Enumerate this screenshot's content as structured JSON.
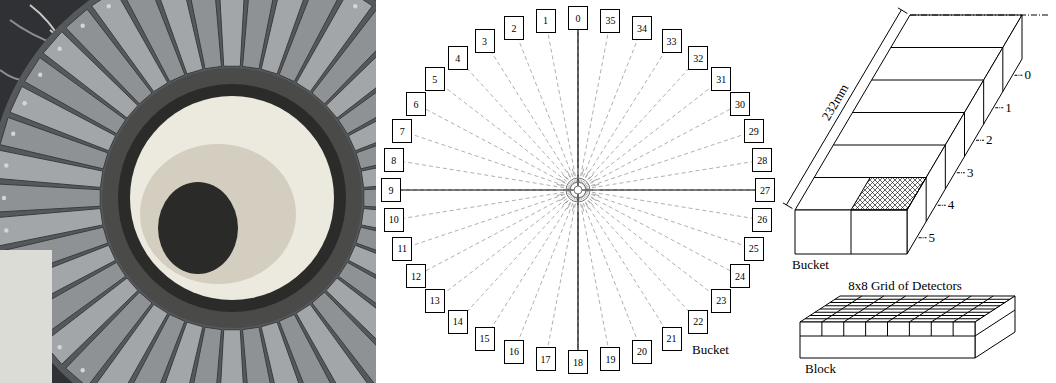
{
  "diagram": {
    "nodes": [
      {
        "text": [
          "0"
        ]
      },
      {
        "text": [
          "1"
        ]
      },
      {
        "text": [
          "2"
        ]
      },
      {
        "text": [
          "3"
        ]
      },
      {
        "text": [
          "4"
        ]
      },
      {
        "text": [
          "5"
        ]
      },
      {
        "text": [
          "6"
        ]
      },
      {
        "text": [
          "7"
        ]
      },
      {
        "text": [
          "8"
        ]
      },
      {
        "text": [
          "9"
        ]
      },
      {
        "text": [
          "10"
        ]
      },
      {
        "text": [
          "11"
        ]
      },
      {
        "text": [
          "12"
        ]
      },
      {
        "text": [
          "13"
        ]
      },
      {
        "text": [
          "14"
        ]
      },
      {
        "text": [
          "15"
        ]
      },
      {
        "text": [
          "16"
        ]
      },
      {
        "text": [
          "17"
        ]
      },
      {
        "text": [
          "18"
        ]
      },
      {
        "text": [
          "19"
        ]
      },
      {
        "text": [
          "20"
        ]
      },
      {
        "text": [
          "21"
        ]
      },
      {
        "text": [
          "22"
        ]
      },
      {
        "text": [
          "23"
        ]
      },
      {
        "text": [
          "24"
        ]
      },
      {
        "text": [
          "25"
        ]
      },
      {
        "text": [
          "26"
        ]
      },
      {
        "text": [
          "27"
        ]
      },
      {
        "text": [
          "28"
        ]
      },
      {
        "text": [
          "29"
        ]
      },
      {
        "text": [
          "30"
        ]
      },
      {
        "text": [
          "31"
        ]
      },
      {
        "text": [
          "32"
        ]
      },
      {
        "text": [
          "33"
        ]
      },
      {
        "text": [
          "34"
        ]
      },
      {
        "text": [
          "35"
        ]
      }
    ],
    "labels": [
      "Bucket",
      "232mm",
      "0",
      "1",
      "2",
      "3",
      "4",
      "5",
      "Bucket",
      "8x8 Grid of Detectors",
      "Block"
    ]
  }
}
